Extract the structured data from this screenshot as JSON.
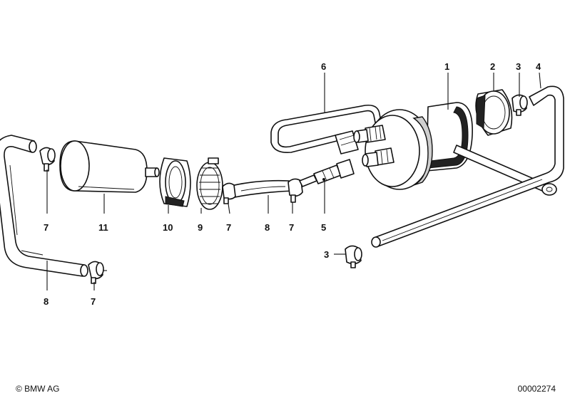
{
  "diagram": {
    "callouts": [
      {
        "id": "c1",
        "text": "1"
      },
      {
        "id": "c2",
        "text": "2"
      },
      {
        "id": "c3a",
        "text": "3"
      },
      {
        "id": "c3b",
        "text": "3"
      },
      {
        "id": "c4",
        "text": "4"
      },
      {
        "id": "c5",
        "text": "5"
      },
      {
        "id": "c6",
        "text": "6"
      },
      {
        "id": "c7a",
        "text": "7"
      },
      {
        "id": "c7b",
        "text": "7"
      },
      {
        "id": "c7c",
        "text": "7"
      },
      {
        "id": "c7d",
        "text": "7"
      },
      {
        "id": "c8a",
        "text": "8"
      },
      {
        "id": "c8b",
        "text": "8"
      },
      {
        "id": "c9",
        "text": "9"
      },
      {
        "id": "c10",
        "text": "10"
      },
      {
        "id": "c11",
        "text": "11"
      }
    ]
  },
  "footer": {
    "copyright": "© BMW AG",
    "document_number": "00002274"
  }
}
